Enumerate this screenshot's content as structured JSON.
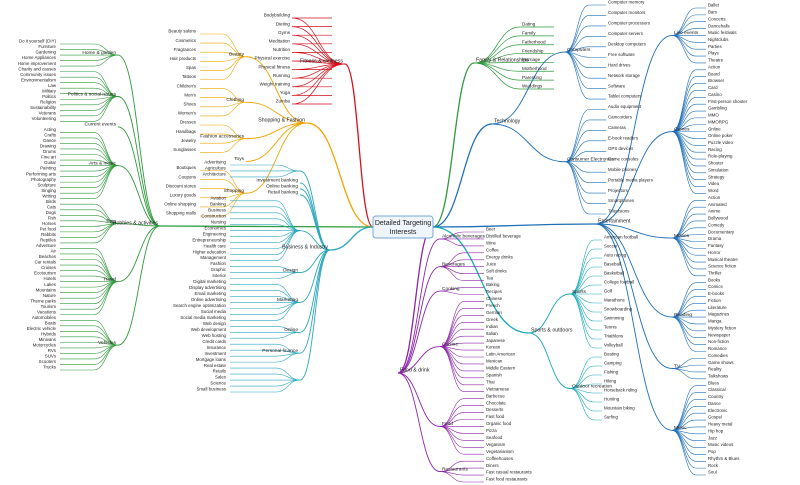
{
  "center": "Detailed Targeting - Interests",
  "branches": [
    {
      "label": "Fitness & wellness",
      "color": "#d4101c",
      "dir": -1,
      "items": [
        "Bodybuilding",
        "Dieting",
        "Gyms",
        "Meditation",
        "Nutrition",
        "Physical exercise",
        "Physical fitness",
        "Running",
        "Weight training",
        "Yoga",
        "Zumba"
      ]
    },
    {
      "label": "Shopping & Fashion",
      "color": "#f0a400",
      "dir": -1,
      "subs": [
        {
          "label": "Beauty",
          "items": [
            "Beauty salons",
            "Cosmetics",
            "Fragrances",
            "Hair products",
            "Spas",
            "Tattoos"
          ]
        },
        {
          "label": "Clothing",
          "items": [
            "Children's",
            "Men's",
            "Shoes",
            "Women's"
          ]
        },
        {
          "label": "Fashion accessories",
          "items": [
            "Dresses",
            "Handbags",
            "Jewelry",
            "Sunglasses"
          ]
        },
        {
          "label": "Toys",
          "items": []
        },
        {
          "label": "Shopping",
          "items": [
            "Boutiques",
            "Coupons",
            "Discount stores",
            "Luxury goods",
            "Online shopping",
            "Shopping malls"
          ]
        }
      ]
    },
    {
      "label": "Hobbies & activities",
      "color": "#2f9a3c",
      "dir": -1,
      "subs": [
        {
          "label": "Home & garden",
          "items": [
            "Do it yourself (DIY)",
            "Furniture",
            "Gardening",
            "Home Appliances",
            "Home improvement"
          ]
        },
        {
          "label": "Politics & social issues",
          "items": [
            "Charity and causes",
            "Community issues",
            "Environmentalism",
            "Law",
            "Military",
            "Politics",
            "Religion",
            "Sustainability",
            "Veterans",
            "Volunteering"
          ]
        },
        {
          "label": "Current events",
          "items": []
        },
        {
          "label": "Arts & music",
          "items": [
            "Acting",
            "Crafts",
            "Dance",
            "Drawing",
            "Drums",
            "Fine art",
            "Guitar",
            "Painting",
            "Performing arts",
            "Photography",
            "Sculpture",
            "Singing",
            "Writing"
          ]
        },
        {
          "label": "Pets",
          "items": [
            "Birds",
            "Cats",
            "Dogs",
            "Fish",
            "Horses",
            "Pet food",
            "Rabbits",
            "Reptiles"
          ]
        },
        {
          "label": "Travel",
          "items": [
            "Adventure",
            "Air",
            "Beaches",
            "Car rentals",
            "Cruises",
            "Ecotourism",
            "Hotels",
            "Lakes",
            "Mountains",
            "Nature",
            "Theme parks",
            "Tourism",
            "Vacations"
          ]
        },
        {
          "label": "Vehicles",
          "items": [
            "Automobiles",
            "Boats",
            "Electric vehicle",
            "Hybrids",
            "Minivans",
            "Motorcycles",
            "RVs",
            "SUVs",
            "Scooters",
            "Trucks"
          ]
        }
      ]
    },
    {
      "label": "Business & Industry",
      "color": "#2aa7bd",
      "dir": -1,
      "subs": [
        {
          "label": "",
          "items": [
            "Advertising",
            "Agriculture",
            "Architecture"
          ]
        },
        {
          "label": "Investment banking",
          "items": []
        },
        {
          "label": "Online banking",
          "items": []
        },
        {
          "label": "Retail banking",
          "items": []
        },
        {
          "label": "",
          "items": [
            "Aviation",
            "Banking",
            "Business",
            "Construction",
            "Nursing",
            "Economics",
            "Engineering",
            "Entrepreneurship",
            "Health care",
            "Higher education",
            "Management"
          ]
        },
        {
          "label": "Design",
          "items": [
            "Fashion",
            "Graphic",
            "Interior"
          ]
        },
        {
          "label": "Marketing",
          "items": [
            "Digital marketing",
            "Display advertising",
            "Email marketing",
            "Online advertising",
            "Search engine optimization",
            "Social media",
            "Social media marketing"
          ]
        },
        {
          "label": "Online",
          "items": [
            "Web design",
            "Web development",
            "Web hosting"
          ]
        },
        {
          "label": "Personal finance",
          "items": [
            "Credit cards",
            "Insurance",
            "Investment",
            "Mortgage loans"
          ]
        },
        {
          "label": "",
          "items": [
            "Real estate",
            "Retails",
            "Sales",
            "Science",
            "Small business"
          ]
        }
      ]
    },
    {
      "label": "Family & Relationships",
      "color": "#2f9a3c",
      "dir": 1,
      "items": [
        "Dating",
        "Family",
        "Fatherhood",
        "Friendship",
        "Marriage",
        "Motherhood",
        "Parenting",
        "Weddings"
      ]
    },
    {
      "label": "Technology",
      "color": "#1f6fb8",
      "dir": 1,
      "subs": [
        {
          "label": "Computers",
          "items": [
            "Computer memory",
            "Computer monitors",
            "Computer processors",
            "Computer servers",
            "Desktop computers",
            "Free software",
            "Hard drives",
            "Network storage",
            "Software",
            "Tablet computers"
          ]
        },
        {
          "label": "Consumer Electronics",
          "items": [
            "Audio equipment",
            "Camcorders",
            "Cameras",
            "E-book readers",
            "GPS devices",
            "Game consoles",
            "Mobile phones",
            "Portable media players",
            "Projectors",
            "Smartphones",
            "Televisions"
          ]
        }
      ]
    },
    {
      "label": "Entertainment",
      "color": "#1f6fb8",
      "dir": 1,
      "subs": [
        {
          "label": "Live events",
          "items": [
            "Ballet",
            "Bars",
            "Concerts",
            "Dancehalls",
            "Music festivals",
            "Nightclubs",
            "Parties",
            "Plays",
            "Theatre"
          ]
        },
        {
          "label": "Games",
          "items": [
            "Action",
            "Board",
            "Browser",
            "Card",
            "Casino",
            "First-person shooter",
            "Gambling",
            "MMO",
            "MMORPG",
            "Online",
            "Online poker",
            "Puzzle video",
            "Racing",
            "Role-playing",
            "Shooter",
            "Simulation",
            "Strategy",
            "Video",
            "Word"
          ]
        },
        {
          "label": "Movies",
          "items": [
            "Action",
            "Animated",
            "Anime",
            "Bollywood",
            "Comedy",
            "Documentary",
            "Drama",
            "Fantasy",
            "Horror",
            "Musical theatre",
            "Science fiction",
            "Thriller"
          ]
        },
        {
          "label": "Reading",
          "items": [
            "Books",
            "Comics",
            "E-books",
            "Fiction",
            "Literature",
            "Magazines",
            "Manga",
            "Mystery fiction",
            "Newspaper",
            "Non-fiction",
            "Romance"
          ]
        },
        {
          "label": "TV",
          "items": [
            "Comedies",
            "Game shows",
            "Reality",
            "Talkshows"
          ]
        },
        {
          "label": "Music",
          "items": [
            "Blues",
            "Classical",
            "Country",
            "Dance",
            "Electronic",
            "Gospel",
            "Heavy metal",
            "Hip hop",
            "Jazz",
            "Music videos",
            "Pop",
            "Rhythm & Blues",
            "Rock",
            "Soul"
          ]
        }
      ]
    },
    {
      "label": "Sports & outdoors",
      "color": "#1aa9b9",
      "dir": 1,
      "subs": [
        {
          "label": "Sports",
          "items": [
            "American football",
            "Soccer",
            "Auto racing",
            "Baseball",
            "Basketball",
            "College football",
            "Golf",
            "Marathons",
            "Snowboarding",
            "Swimming",
            "Tennis",
            "Triathlons",
            "Volleyball"
          ]
        },
        {
          "label": "Outdoor recreation",
          "items": [
            "Boating",
            "Camping",
            "Fishing",
            "Hiking",
            "Horseback riding",
            "Hunting",
            "Mountain biking",
            "Surfing"
          ]
        }
      ]
    },
    {
      "label": "Food & drink",
      "color": "#8e24aa",
      "dir": 1,
      "subs": [
        {
          "label": "Alcoholic beverages",
          "items": [
            "Beer",
            "Distilled beverage",
            "Wine"
          ]
        },
        {
          "label": "Beverages",
          "items": [
            "Coffee",
            "Energy drinks",
            "Juice",
            "Soft drinks",
            "Tea"
          ]
        },
        {
          "label": "Cooking",
          "items": [
            "Baking",
            "Recipes"
          ]
        },
        {
          "label": "Cuisine",
          "items": [
            "Chinese",
            "French",
            "German",
            "Greek",
            "Indian",
            "Italian",
            "Japanese",
            "Korean",
            "Latin American",
            "Mexican",
            "Middle Eastern",
            "Spanish",
            "Thai",
            "Vietnamese"
          ]
        },
        {
          "label": "Food",
          "items": [
            "Barbecue",
            "Chocolate",
            "Desserts",
            "Fast food",
            "Organic food",
            "Pizza",
            "Seafood",
            "Veganism",
            "Vegetarianism"
          ]
        },
        {
          "label": "Restaurants",
          "items": [
            "Coffeehouses",
            "Diners",
            "Fast casual restaurants",
            "Fast food restaurants"
          ]
        }
      ]
    }
  ]
}
